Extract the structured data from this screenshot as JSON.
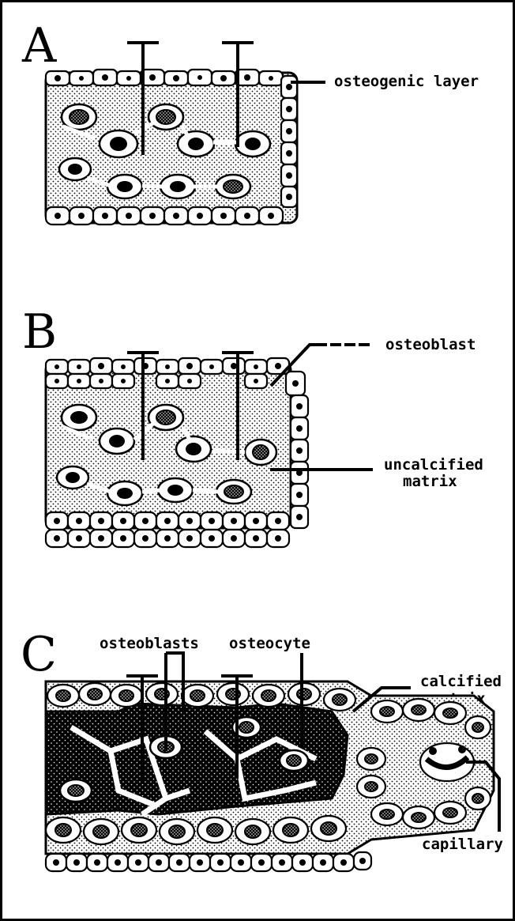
{
  "panels": [
    {
      "letter": "A",
      "labels": {
        "osteogenic_layer": "osteogenic layer"
      }
    },
    {
      "letter": "B",
      "labels": {
        "osteoblast": "osteoblast",
        "uncalcified_matrix_1": "uncalcified",
        "uncalcified_matrix_2": "matrix"
      }
    },
    {
      "letter": "C",
      "labels": {
        "osteoblasts": "osteoblasts",
        "osteocyte": "osteocyte",
        "calcified_matrix_1": "calcified",
        "calcified_matrix_2": "matrix",
        "capillary": "capillary"
      }
    }
  ],
  "colors": {
    "ink": "#000000",
    "paper": "#ffffff"
  }
}
